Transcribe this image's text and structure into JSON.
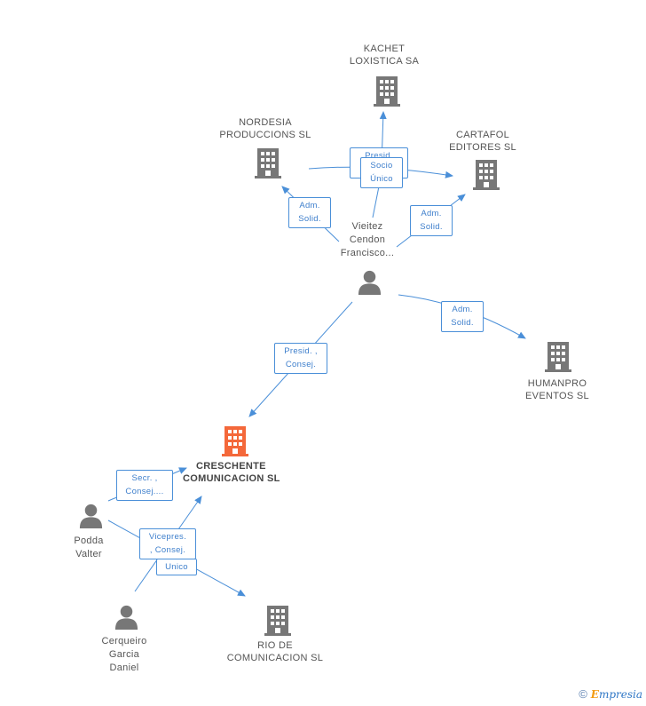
{
  "nodes": {
    "kachet": {
      "label_lines": [
        "KACHET",
        "LOXISTICA SA"
      ],
      "type": "company"
    },
    "nordesia": {
      "label_lines": [
        "NORDESIA",
        "PRODUCCIONS SL"
      ],
      "type": "company"
    },
    "cartafol": {
      "label_lines": [
        "CARTAFOL",
        "EDITORES SL"
      ],
      "type": "company"
    },
    "vieitez": {
      "label_lines": [
        "Vieitez",
        "Cendon",
        "Francisco..."
      ],
      "type": "person"
    },
    "humanpro": {
      "label_lines": [
        "HUMANPRO",
        "EVENTOS SL"
      ],
      "type": "company"
    },
    "creschente": {
      "label_lines": [
        "CRESCHENTE",
        "COMUNICACION SL"
      ],
      "type": "company-main"
    },
    "podda": {
      "label_lines": [
        "Podda",
        "Valter"
      ],
      "type": "person"
    },
    "cerqueiro": {
      "label_lines": [
        "Cerqueiro",
        "Garcia",
        "Daniel"
      ],
      "type": "person"
    },
    "rio": {
      "label_lines": [
        "RIO DE",
        "COMUNICACION SL"
      ],
      "type": "company"
    }
  },
  "edge_labels": {
    "vieitez_kachet": [
      "Presid.",
      ""
    ],
    "vieitez_socio": [
      "Socio",
      "Único"
    ],
    "vieitez_nordesia": [
      "Adm.",
      "Solid."
    ],
    "vieitez_cartafol": [
      "Adm.",
      "Solid."
    ],
    "vieitez_humanpro": [
      "Adm.",
      "Solid."
    ],
    "vieitez_creschente": [
      "Presid. ,",
      "Consej."
    ],
    "podda_creschente": [
      "Secr. ,",
      "Consej...."
    ],
    "cerqueiro_creschente": [
      "Vicepres.",
      ", Consej."
    ],
    "podda_rio": [
      "Unico"
    ]
  },
  "colors": {
    "edge": "#4a8fd8",
    "company_icon": "#777777",
    "main_company_icon": "#f4683a",
    "person_icon": "#777777"
  },
  "brand": {
    "copyright": "©",
    "e": "E",
    "rest": "mpresia"
  }
}
